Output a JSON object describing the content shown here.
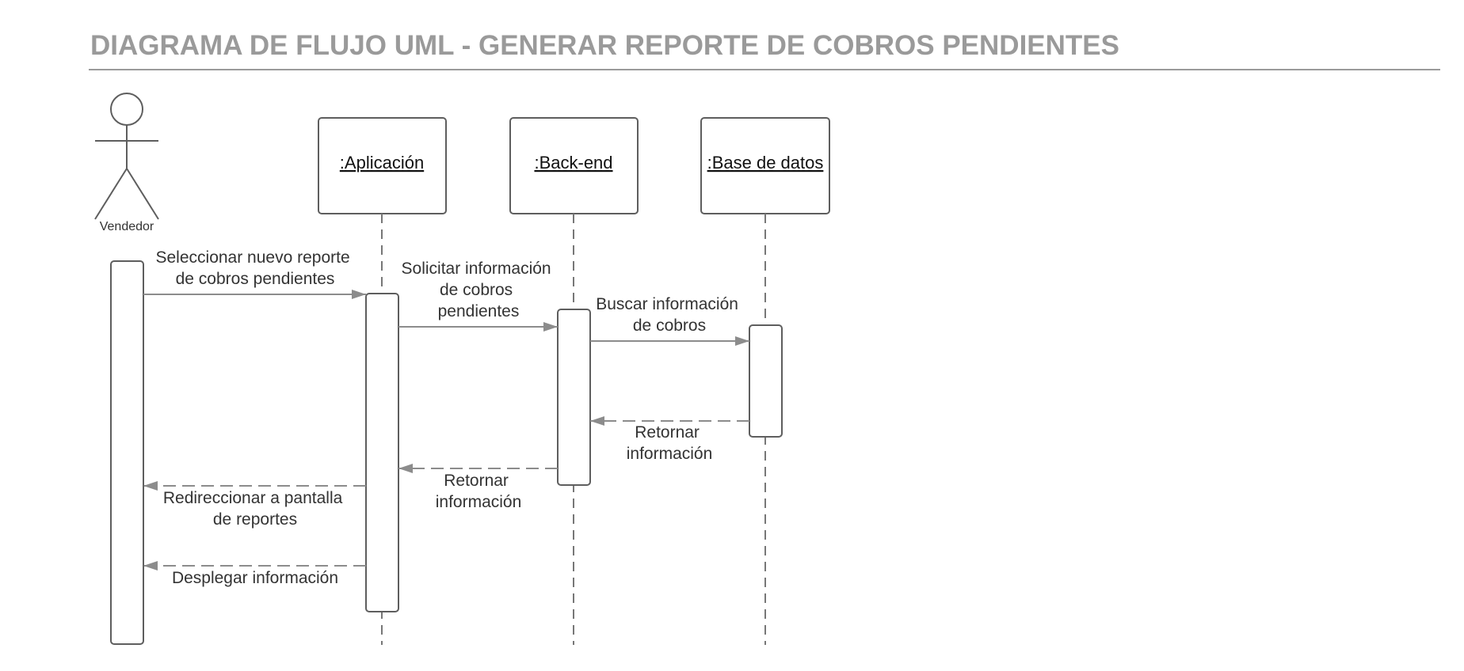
{
  "title": "DIAGRAMA DE FLUJO UML - GENERAR REPORTE DE COBROS PENDIENTES",
  "actor": {
    "name": "Vendedor",
    "icon": "stick-figure-icon"
  },
  "objects": [
    {
      "name": ":Aplicación"
    },
    {
      "name": ":Back-end"
    },
    {
      "name": ":Base de datos"
    }
  ],
  "messages": [
    {
      "lines": [
        "Seleccionar nuevo reporte",
        "de cobros pendientes"
      ],
      "from": "Vendedor",
      "to": ":Aplicación",
      "kind": "call"
    },
    {
      "lines": [
        "Solicitar información",
        "de cobros",
        "pendientes"
      ],
      "from": ":Aplicación",
      "to": ":Back-end",
      "kind": "call"
    },
    {
      "lines": [
        "Buscar información",
        "de cobros"
      ],
      "from": ":Back-end",
      "to": ":Base de datos",
      "kind": "call"
    },
    {
      "lines": [
        "Retornar",
        "información"
      ],
      "from": ":Base de datos",
      "to": ":Back-end",
      "kind": "return"
    },
    {
      "lines": [
        "Retornar",
        "información"
      ],
      "from": ":Back-end",
      "to": ":Aplicación",
      "kind": "return"
    },
    {
      "lines": [
        "Redireccionar a pantalla",
        "de reportes"
      ],
      "from": ":Aplicación",
      "to": "Vendedor",
      "kind": "return"
    },
    {
      "lines": [
        "Desplegar información"
      ],
      "from": ":Aplicación",
      "to": "Vendedor",
      "kind": "return"
    }
  ],
  "colors": {
    "title": "#9a9a9a",
    "line": "#8c8c8c",
    "border": "#5e5e5e"
  }
}
